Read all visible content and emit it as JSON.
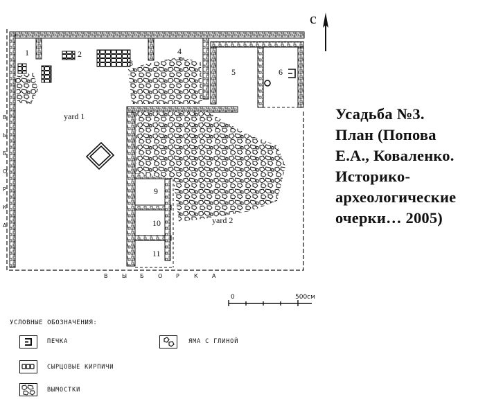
{
  "north_label": "с",
  "caption_lines": [
    "Усадьба №3.",
    "План (Попова",
    "Е.А., Коваленко.",
    "Историко-",
    "археологические",
    "очерки… 2005)"
  ],
  "rooms": [
    "1",
    "2",
    "3",
    "4",
    "5",
    "6",
    "9",
    "10",
    "11"
  ],
  "yards": [
    "yard 1",
    "yard 2"
  ],
  "fence_label_vertical": [
    "В",
    "Ы",
    "Б",
    "О",
    "Р",
    "К",
    "А"
  ],
  "fence_label_horizontal": [
    "В",
    "Ы",
    "Б",
    "О",
    "Р",
    "К",
    "А"
  ],
  "scale": {
    "start": "0",
    "end": "500см"
  },
  "legend": {
    "title": "УСЛОВНЫЕ ОБОЗНАЧЕНИЯ:",
    "items": [
      {
        "label": "ПЕЧКА",
        "icon": "oven-symbol"
      },
      {
        "label": "ЯМА С ГЛИНОЙ",
        "icon": "clay-pit-symbol"
      },
      {
        "label": "СЫРЦОВЫЕ КИРПИЧИ",
        "icon": "mud-brick-symbol"
      },
      {
        "label": "ВЫМОСТКИ",
        "icon": "pavement-symbol"
      }
    ]
  }
}
